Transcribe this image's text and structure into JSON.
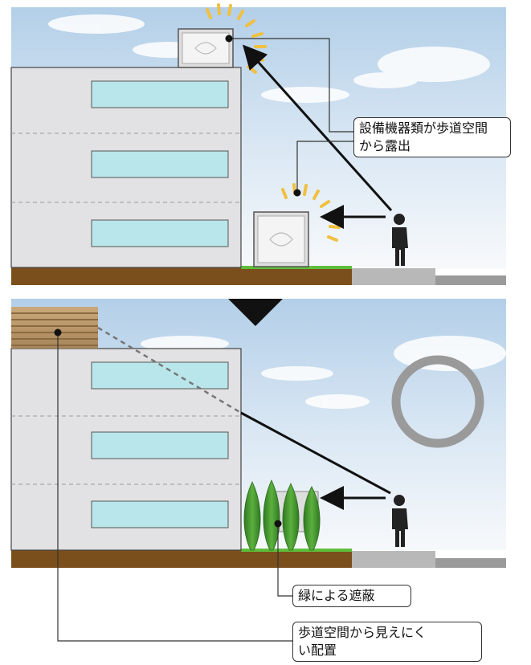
{
  "panels": {
    "top": {
      "callout": {
        "line1": "設備機器類が歩道空間",
        "line2": "から露出"
      }
    },
    "bottom": {
      "callout_green": {
        "text": "緑による遮蔽"
      },
      "callout_placement": {
        "line1": "歩道空間から見えにく",
        "line2": "い配置"
      }
    }
  },
  "colors": {
    "sky_top": "#b9d3ea",
    "building_face": "#e2e2e4",
    "window": "#b9e6ea",
    "ground_soil": "#7a4f1c",
    "sidewalk": "#b8b8b8",
    "grass": "#5fbf3c",
    "tree": "#3e8f2a",
    "glow": "#f0c040",
    "ok_ring": "#9a9a9a"
  },
  "icons": [
    "down-triangle-icon",
    "circle-mark-icon",
    "person-icon",
    "equipment-unit-icon",
    "screen-louver-icon"
  ]
}
